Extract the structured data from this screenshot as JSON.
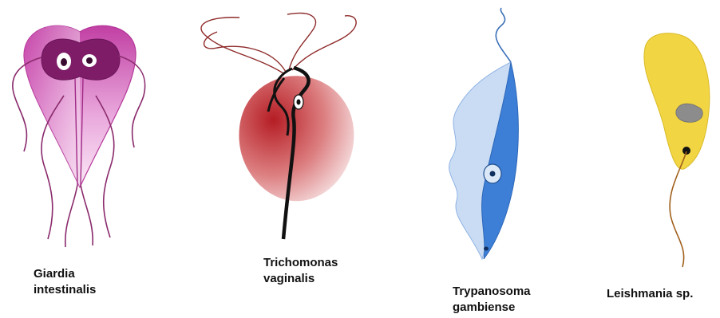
{
  "organisms": [
    {
      "id": "giardia",
      "line1": "Giardia",
      "line2": "intestinalis",
      "color": "#b5339a"
    },
    {
      "id": "trichomonas",
      "line1": "Trichomonas",
      "line2": "vaginalis",
      "color": "#c0282d"
    },
    {
      "id": "trypanosoma",
      "line1": "Trypanosoma",
      "line2": "gambiense",
      "color": "#3b7fd1"
    },
    {
      "id": "leishmania",
      "line1": "Leishmania sp.",
      "line2": "",
      "color": "#f2d542"
    }
  ],
  "icons": [
    "giardia-cell-icon",
    "trichomonas-cell-icon",
    "trypanosoma-cell-icon",
    "leishmania-cell-icon"
  ]
}
